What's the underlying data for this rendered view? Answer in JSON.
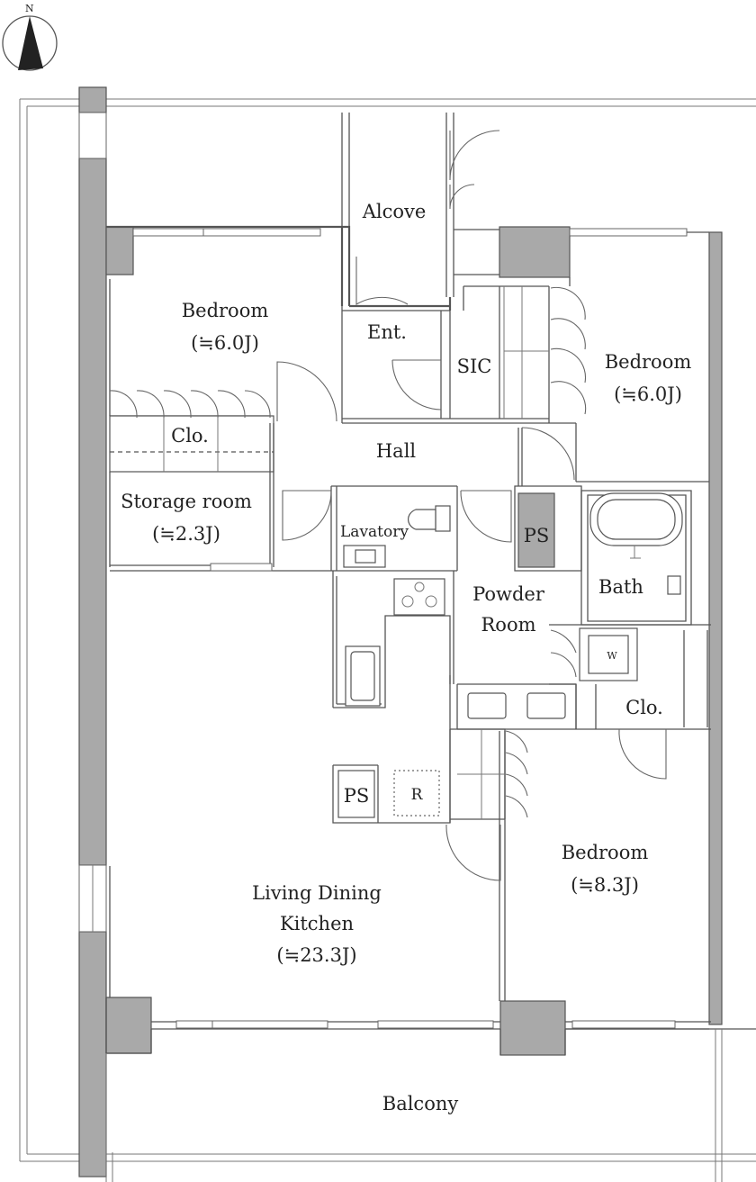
{
  "compass": {
    "north_label": "N"
  },
  "rooms": {
    "alcove": {
      "name": "Alcove"
    },
    "bedroom_nw": {
      "name": "Bedroom",
      "size": "(≒6.0J)"
    },
    "entrance": {
      "name": "Ent."
    },
    "sic": {
      "name": "SIC"
    },
    "bedroom_ne": {
      "name": "Bedroom",
      "size": "(≒6.0J)"
    },
    "closet_w": {
      "name": "Clo."
    },
    "hall": {
      "name": "Hall"
    },
    "storage": {
      "name": "Storage room",
      "size": "(≒2.3J)"
    },
    "lavatory": {
      "name": "Lavatory"
    },
    "ps_upper": {
      "name": "PS"
    },
    "bath": {
      "name": "Bath"
    },
    "powder": {
      "name_line1": "Powder",
      "name_line2": "Room"
    },
    "washer": {
      "name": "W"
    },
    "closet_e": {
      "name": "Clo."
    },
    "ps_kitchen": {
      "name": "PS"
    },
    "fridge": {
      "name": "R"
    },
    "bedroom_s": {
      "name": "Bedroom",
      "size": "(≒8.3J)"
    },
    "ldk": {
      "name_line1": "Living Dining",
      "name_line2": "Kitchen",
      "size": "(≒23.3J)"
    },
    "balcony": {
      "name": "Balcony"
    }
  },
  "colors": {
    "wall": "#a9a9a9",
    "line": "#555555",
    "background": "#ffffff"
  }
}
